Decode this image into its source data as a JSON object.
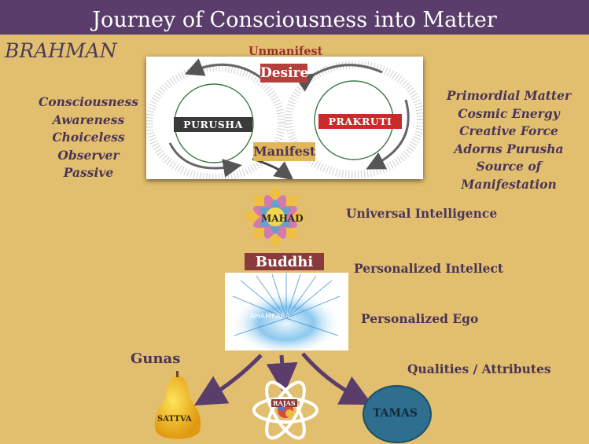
{
  "title": "Journey of Consciousness into Matter",
  "brahman": "BRAHMAN",
  "unmanifest": "Unmanifest",
  "desire": "Desire",
  "manifest": "Manifest",
  "purusha": "PURUSHA",
  "prakruti": "PRAKRUTI",
  "purusha_qualities": [
    "Consciousness",
    "Awareness",
    "Choiceless",
    "Observer",
    "Passive"
  ],
  "prakruti_qualities": [
    "Primordial Matter",
    "Cosmic Energy",
    "Creative Force",
    "Adorns Purusha",
    "Source of Manifestation"
  ],
  "mahad": "MAHAD",
  "mahad_label": "Universal Intelligence",
  "buddhi": "Buddhi",
  "buddhi_label": "Personalized Intellect",
  "ahamkara": "AHAMKARA",
  "ahamkara_label": "Personalized Ego",
  "gunas": "Gunas",
  "gunas_label": "Qualities / Attributes",
  "sattva": "SATTVA",
  "rajas": "RAJAS",
  "tamas": "TAMAS",
  "colors": {
    "background": "#e2bf6e",
    "header": "#5a3d6b",
    "desire": "#b3403a",
    "manifest": "#e2b55a",
    "buddhi": "#8a3a3a",
    "text": "#4a3458"
  }
}
